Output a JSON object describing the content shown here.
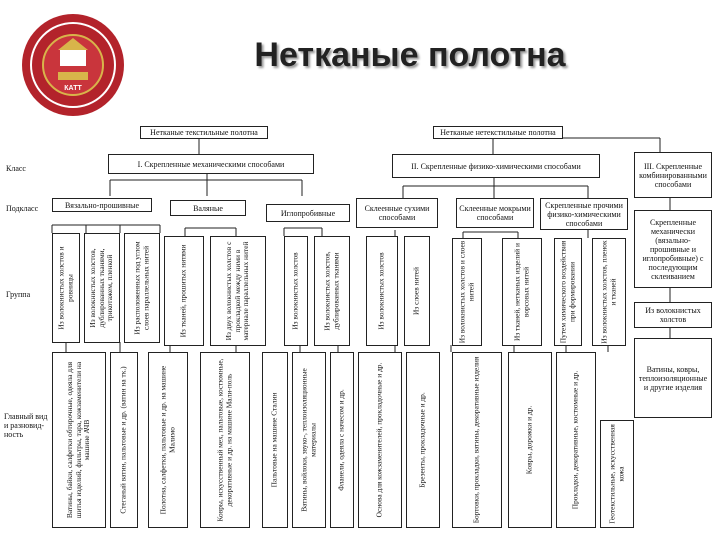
{
  "title": "Нетканые полотна",
  "logo": {
    "text": "КАТТ"
  },
  "row_labels": {
    "class": "Класс",
    "subclass": "Подкласс",
    "group": "Группа",
    "scope": [
      "Главный вид",
      "и разновид-",
      "ность"
    ]
  },
  "top": {
    "textile": "Нетканые текстильные полотна",
    "nontextile": "Нетканые нетекстильные полотна"
  },
  "classes": {
    "c1": "I. Скрепленные механическими способами",
    "c2": "II. Скрепленные физико-химическими способами",
    "c3": "III. Скрепленные комбинированными способами"
  },
  "subclasses": {
    "s1": "Вязально-прошивные",
    "s2": "Валяные",
    "s3": "Иглопробивные",
    "s4": "Склеенные сухими способами",
    "s5": "Склеенные мокрыми способами",
    "s6": "Скрепленные прочими физико-химическими способами",
    "s7": "Скрепленные механически (вязально-прошивные и иглопробивные) с последующим склеиванием"
  },
  "groups": {
    "g1": "Из волокнистых холстов и ровницы",
    "g2": "Из волокнистых холстов, дублированных тканями, трикотажем, пленкой",
    "g3": "Из расположенных под углом слоев параллельных нитей",
    "g4": "Из тканей, прошитых нитями",
    "g5": "Из двух волокнистых холстов с прокладкой между ними в материале параллельных нитей",
    "g6": "Из волокнистых холстов",
    "g7": "Из волокнистых холстов, дублированных тканями",
    "g8": "Из волокнистых холстов",
    "g9": "Из слоев нитей",
    "g10": "Из волокнистых холстов и слоев нитей",
    "g11": "Из тканей, нетканых изделий и ворсовых нитей",
    "g12": "Путем химического воздействия при формировании",
    "g13": "Из волокнистых холстов, пленок и тканей",
    "g14": "Из волокнистых холстов"
  },
  "scopes": {
    "v1": "Ватины, байки, салфетки обтирочные, одеяла для шитья изделий, фильтры, тара, кожзаменители на машине АЧВ",
    "v2": "Стеганый ватин, пальтовые и др. (ватин на тк.)",
    "v3": "Полотна, салфетки, пальтовые и др. на машине Малимо",
    "v4": "Ковры, искусственный мех, пальтовые, костюмные, декоративные и др. на машине Мали-поль",
    "v5": "Пальтовые на машине Сталин",
    "v6": "Ватины, войлоки, звуко-, теплоизоляционные материалы",
    "v7": "Фланели, одеяла с начесом и др.",
    "v8": "Основа для кожзаменителей, прокладочные и др.",
    "v9": "Брезенты, прокладочные и др.",
    "v10": "Бортовки, прокладки, ватины, декоративные изделия",
    "v11": "Ковры, дорожки и др.",
    "v12": "Прокладки, декоративные, костюмные и др.",
    "v13": "Ватины, ковры, теплоизоляционные и другие изделия",
    "v14": "Геотекстильные, искусственная кожа"
  },
  "colors": {
    "line": "#222222",
    "logo_red": "#b3232b",
    "logo_gold": "#d8b44a"
  }
}
